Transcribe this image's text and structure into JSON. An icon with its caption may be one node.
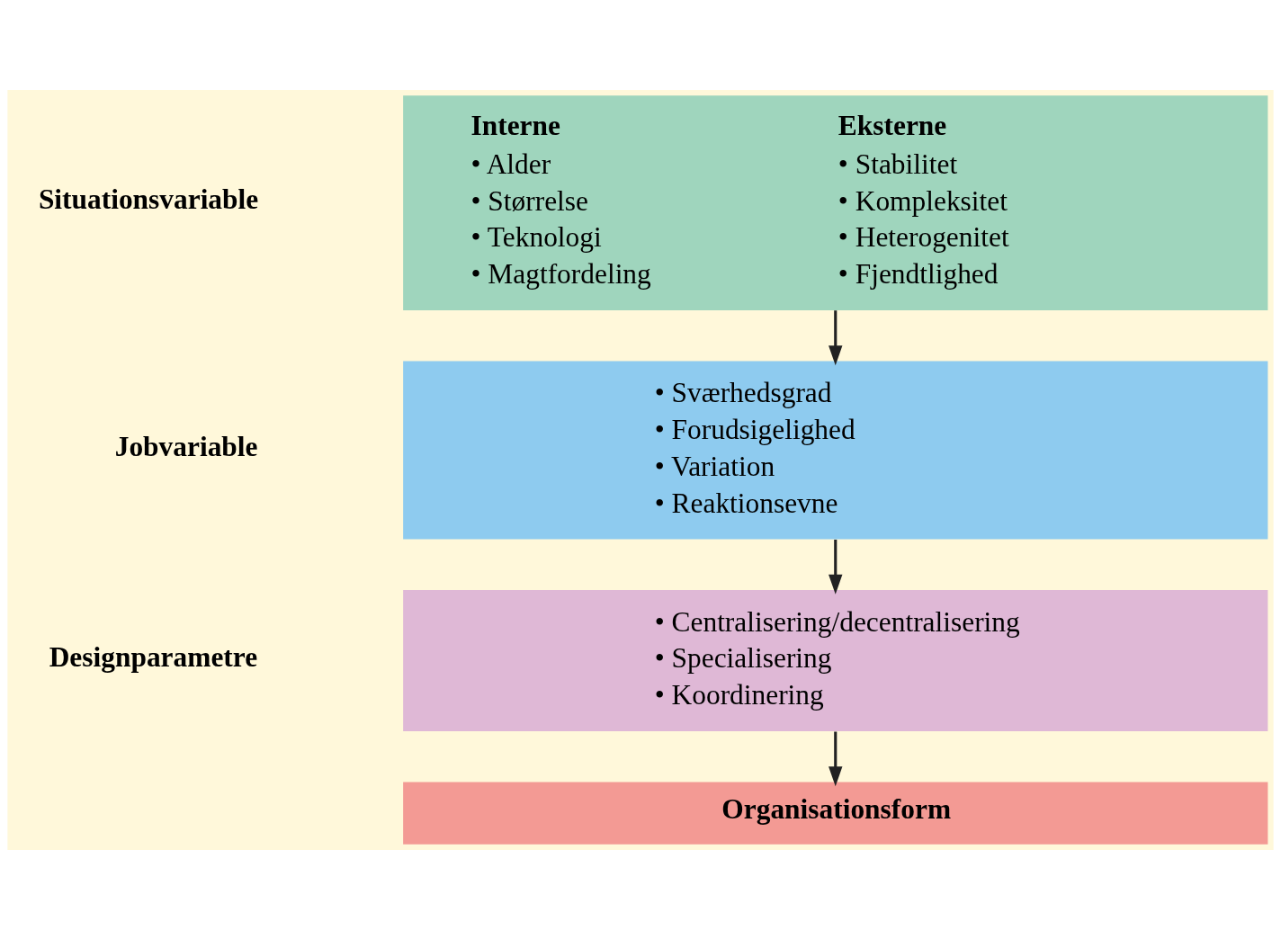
{
  "diagram": {
    "nodes": [
      {
        "text": [
          "Interne",
          "• Alder",
          "• Størrelse",
          "• Teknologi",
          "• Magtfordeling",
          "Eksterne",
          "• Stabilitet",
          "• Kompleksitet",
          "• Heterogenitet",
          "• Fjendtlighed"
        ]
      },
      {
        "text": [
          "• Sværhedsgrad",
          "• Forudsigelighed",
          "• Variation",
          "• Reaktionsevne"
        ]
      },
      {
        "text": [
          "• Centralisering/decentralisering",
          "• Specialisering",
          "• Koordinering"
        ]
      },
      {
        "text": [
          "Organisationsform"
        ]
      }
    ],
    "edges": [
      {
        "from": 0,
        "to": 1,
        "arrow": "to"
      },
      {
        "from": 1,
        "to": 2,
        "arrow": "to"
      },
      {
        "from": 2,
        "to": 3,
        "arrow": "to"
      }
    ],
    "labels": [
      "Situationsvariable",
      "Jobvariable",
      "Designparametre"
    ]
  }
}
